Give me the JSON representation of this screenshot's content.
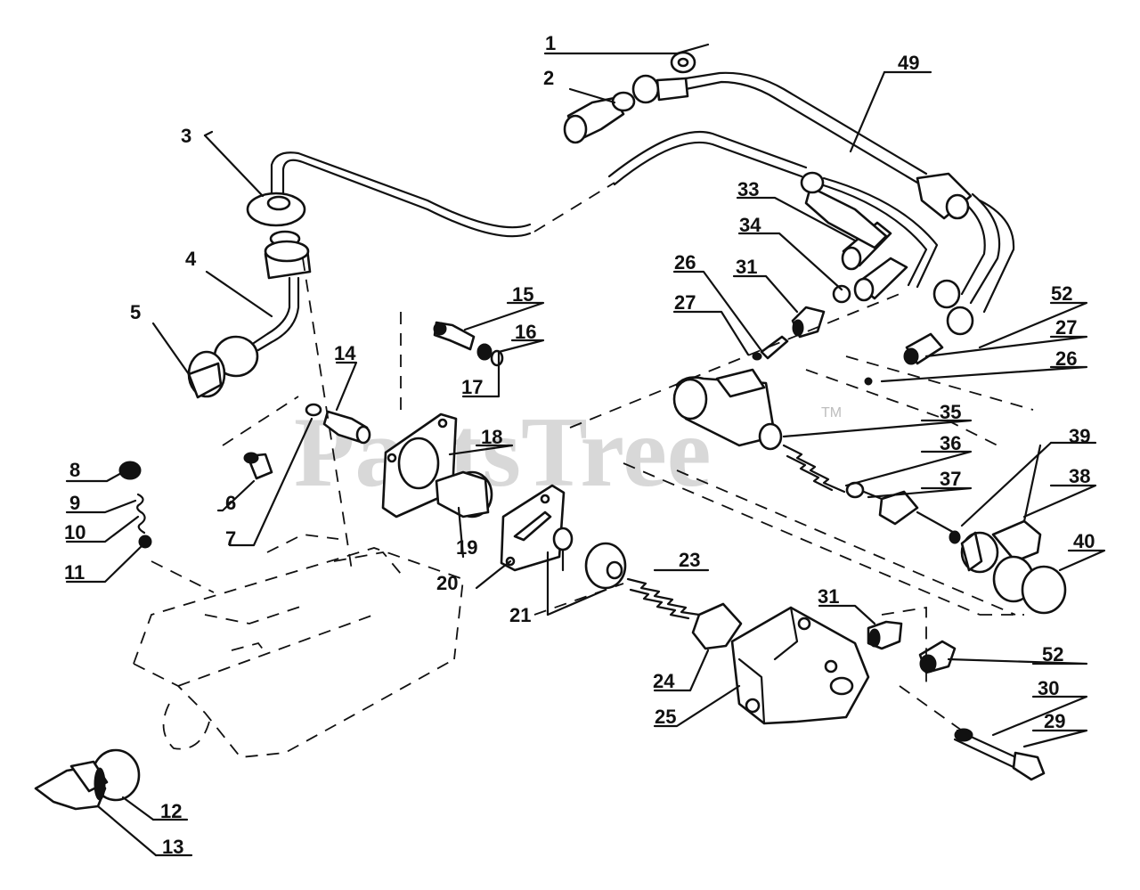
{
  "watermark": {
    "text": "PartsTree",
    "trademark": "TM"
  },
  "callouts": [
    "1",
    "2",
    "3",
    "4",
    "5",
    "6",
    "7",
    "8",
    "9",
    "10",
    "11",
    "12",
    "13",
    "14",
    "15",
    "16",
    "17",
    "18",
    "19",
    "20",
    "21",
    "23",
    "24",
    "25",
    "26",
    "27",
    "29",
    "30",
    "31",
    "33",
    "34",
    "35",
    "36",
    "37",
    "38",
    "39",
    "40",
    "49",
    "52",
    "31",
    "52",
    "27",
    "26"
  ]
}
